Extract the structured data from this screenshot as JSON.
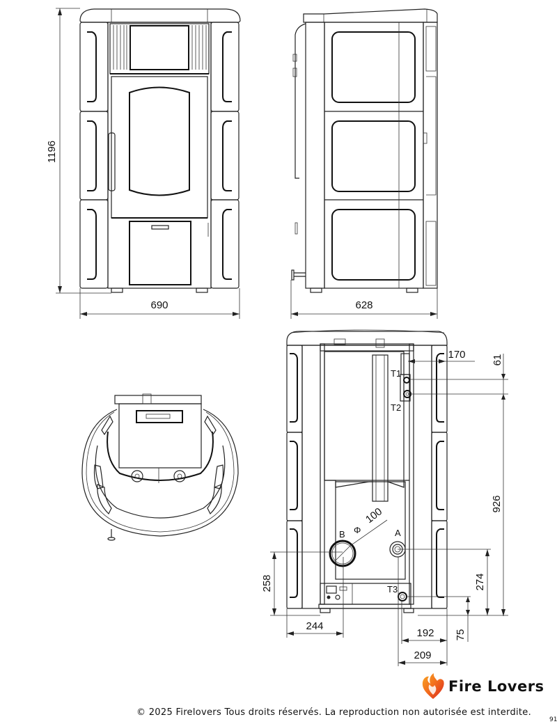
{
  "drawing": {
    "front_view": {
      "height_dim": "1196",
      "width_dim": "690"
    },
    "side_view": {
      "depth_dim": "628"
    },
    "rear_view": {
      "labels": {
        "t1": "T1",
        "t2": "T2",
        "t3": "T3",
        "a": "A",
        "b": "B",
        "diameter_symbol": "Φ",
        "diameter_value": "100"
      },
      "dims": {
        "d170": "170",
        "d61": "61",
        "d926": "926",
        "d258": "258",
        "d274": "274",
        "d244": "244",
        "d192": "192",
        "d75": "75",
        "d209": "209"
      }
    },
    "top_view": {}
  },
  "footer": {
    "brand_name": "Fire Lovers",
    "copyright": "© 2025 Firelovers Tous droits réservés. La reproduction non autorisée est interdite.",
    "page_marker": "91",
    "colors": {
      "flame_orange": "#f26b1d",
      "flame_red": "#d7261e",
      "flame_yellow": "#f9a825"
    }
  }
}
